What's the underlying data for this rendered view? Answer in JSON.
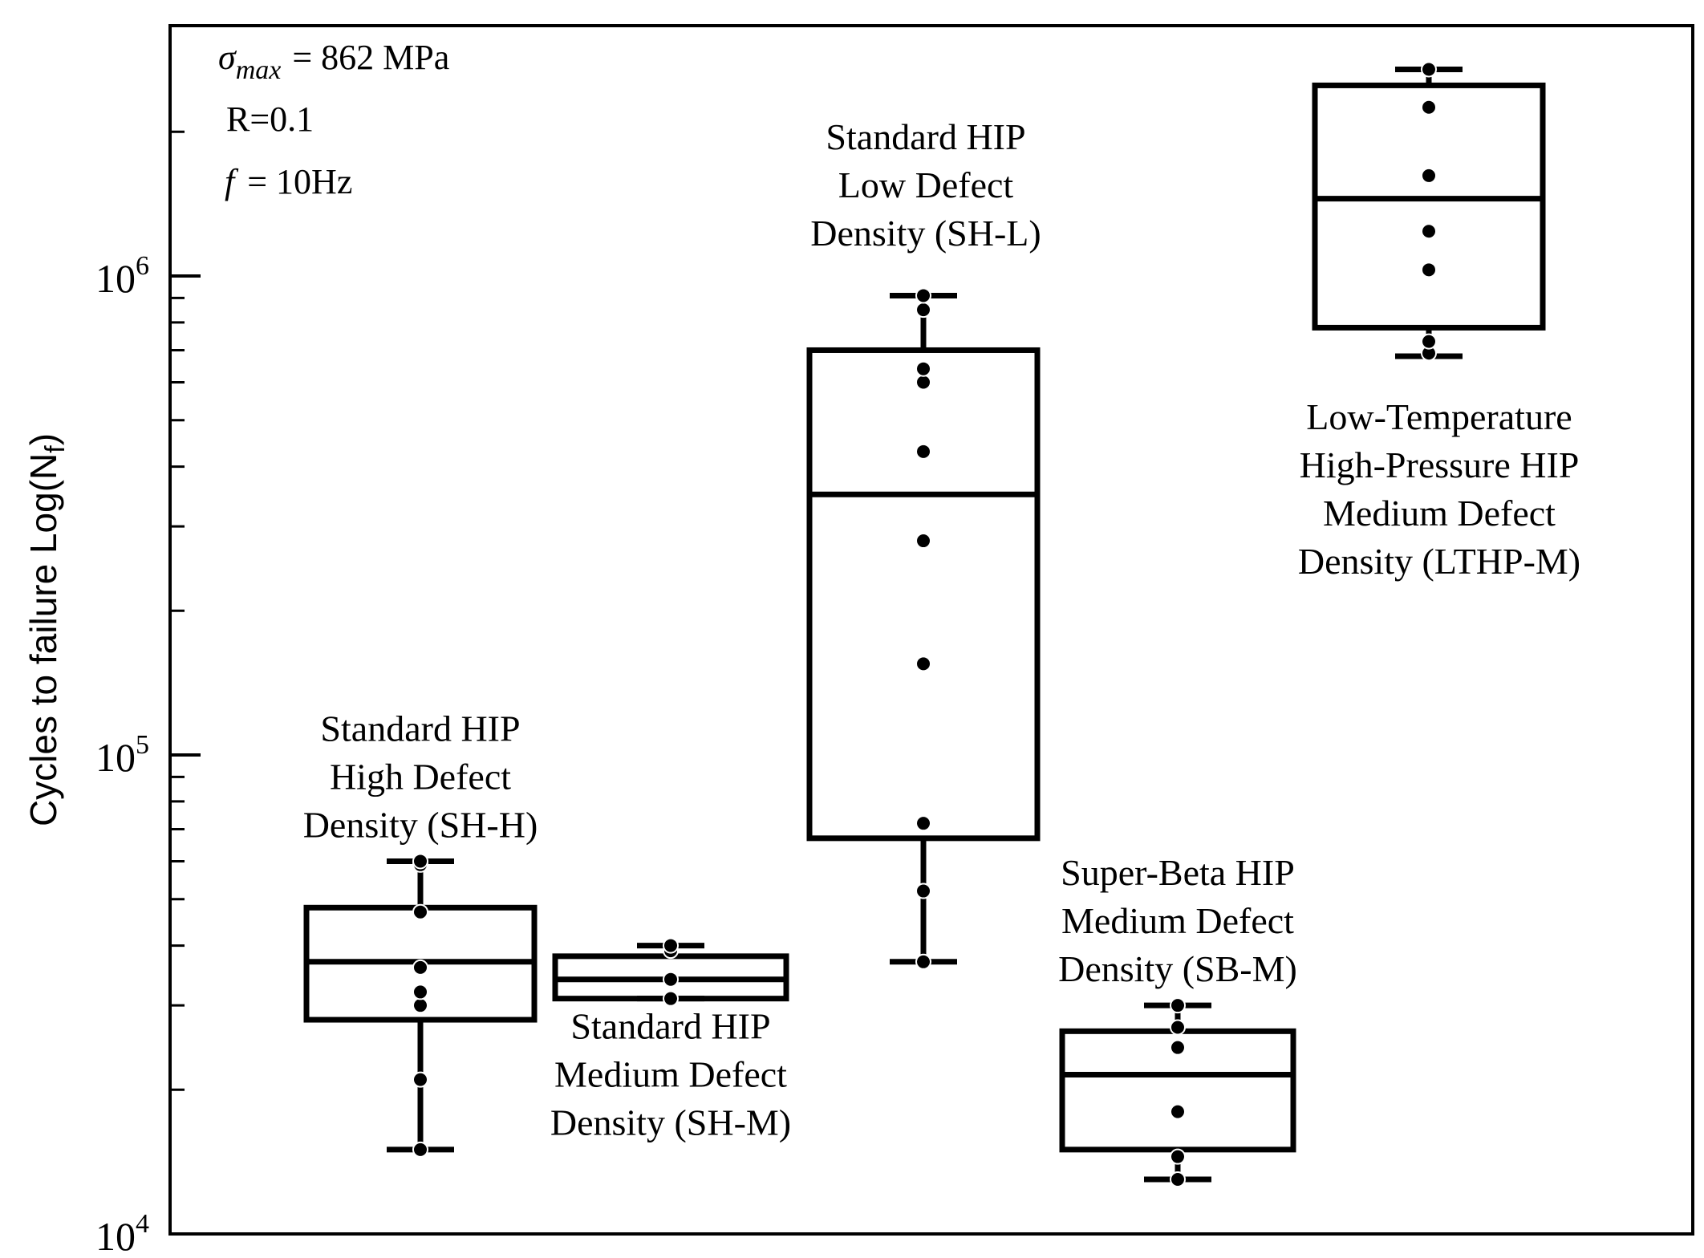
{
  "chart_data": {
    "type": "box",
    "title": "",
    "xlabel": "",
    "ylabel": "Cycles to failure Log(N",
    "ylabel_sub": "f",
    "ylabel_close": ")",
    "yscale": "log",
    "ylim": [
      10000,
      2700000
    ],
    "yticks": [
      {
        "value": 10000,
        "base": "10",
        "exp": "4"
      },
      {
        "value": 100000,
        "base": "10",
        "exp": "5"
      },
      {
        "value": 1000000,
        "base": "10",
        "exp": "6"
      }
    ],
    "annotations": {
      "sigma_symbol": "σ",
      "sigma_sub": "max",
      "sigma_value": "= 862 MPa",
      "r_ratio": "R=0.1",
      "freq_symbol": "f",
      "freq_value": "= 10Hz"
    },
    "groups": [
      {
        "id": "SH-H",
        "label": [
          "Standard HIP",
          "High Defect",
          "Density (SH-H)"
        ],
        "label_pos": "above",
        "whisker_low": 15000,
        "q1": 28000,
        "median": 37000,
        "q3": 48000,
        "whisker_high": 60000,
        "points": [
          15000,
          21000,
          30000,
          32000,
          36000,
          47000,
          59000,
          60000
        ]
      },
      {
        "id": "SH-M",
        "label": [
          "Standard HIP",
          "Medium Defect",
          "Density (SH-M)"
        ],
        "label_pos": "below",
        "whisker_low": 31000,
        "q1": 31000,
        "median": 34000,
        "q3": 38000,
        "whisker_high": 40000,
        "points": [
          31000,
          34000,
          39000,
          40000
        ]
      },
      {
        "id": "SH-L",
        "label": [
          "Standard HIP",
          "Low Defect",
          "Density (SH-L)"
        ],
        "label_pos": "above",
        "whisker_low": 37000,
        "q1": 67000,
        "median": 350000,
        "q3": 700000,
        "whisker_high": 910000,
        "points": [
          37000,
          52000,
          72000,
          155000,
          280000,
          430000,
          600000,
          640000,
          850000,
          910000
        ]
      },
      {
        "id": "SB-M",
        "label": [
          "Super-Beta HIP",
          "Medium Defect",
          "Density (SB-M)"
        ],
        "label_pos": "above",
        "whisker_low": 13000,
        "q1": 15000,
        "median": 21500,
        "q3": 26500,
        "whisker_high": 30000,
        "points": [
          13000,
          14500,
          18000,
          24500,
          27000,
          30000
        ]
      },
      {
        "id": "LTHP-M",
        "label": [
          "Low-Temperature",
          "High-Pressure HIP",
          "Medium Defect",
          "Density (LTHP-M)"
        ],
        "label_pos": "below",
        "whisker_low": 680000,
        "q1": 780000,
        "median": 1450000,
        "q3": 2500000,
        "whisker_high": 2700000,
        "points": [
          690000,
          730000,
          1030000,
          1240000,
          1620000,
          2250000,
          2700000
        ]
      }
    ]
  }
}
